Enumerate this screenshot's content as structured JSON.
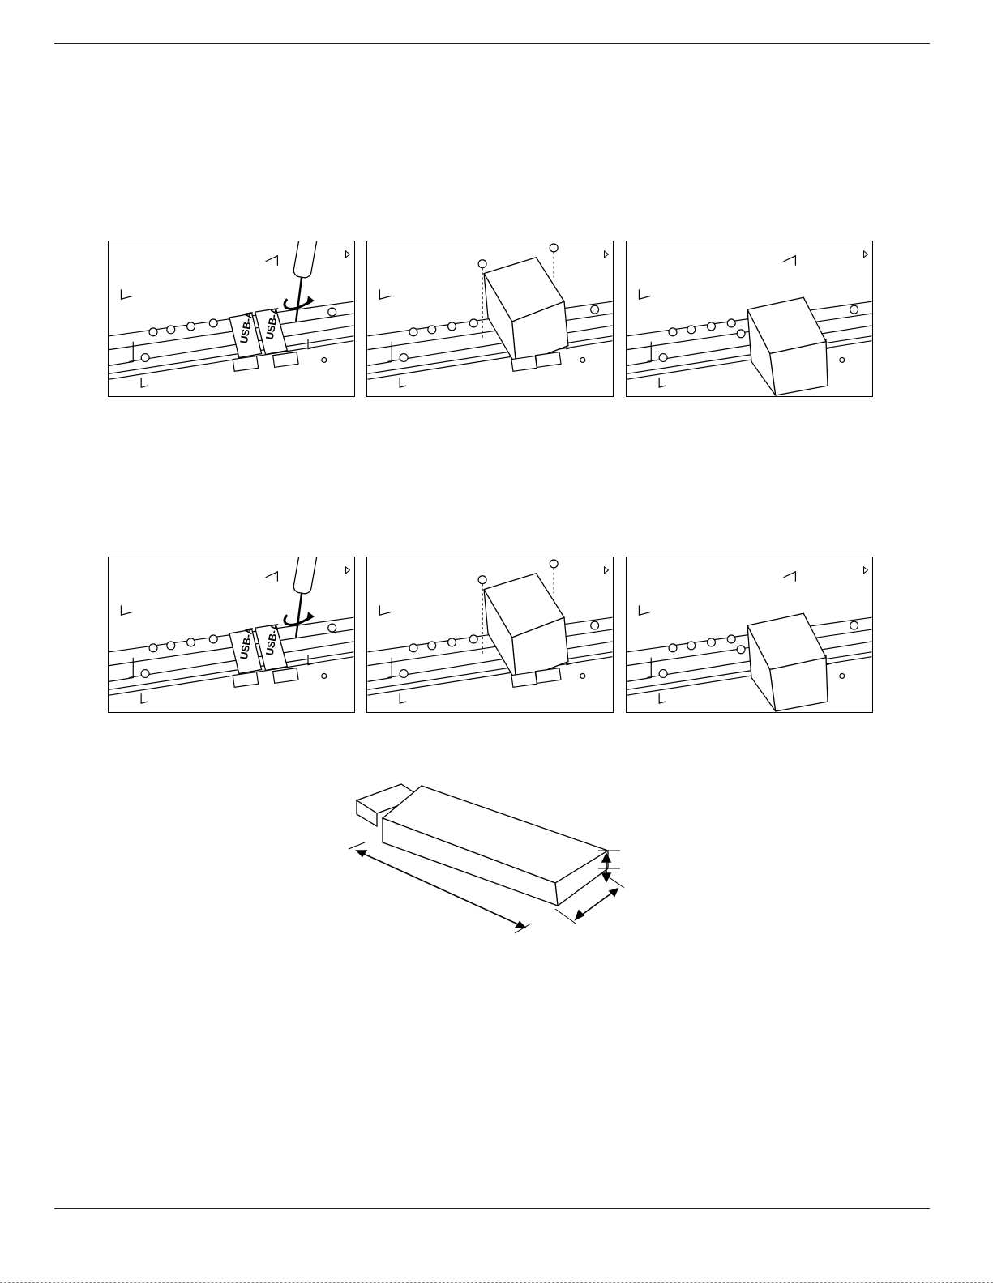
{
  "colors": {
    "line": "#231f20",
    "panel_border": "#000000"
  },
  "figures": {
    "row1": [
      {
        "name": "step-unscrew",
        "labels": [
          "USB-A",
          "USB-A"
        ]
      },
      {
        "name": "step-attach-cover",
        "labels": []
      },
      {
        "name": "step-cover-installed",
        "labels": []
      }
    ],
    "row2": [
      {
        "name": "step-unscrew",
        "labels": [
          "USB-A",
          "USB-A"
        ]
      },
      {
        "name": "step-attach-cover",
        "labels": []
      },
      {
        "name": "step-cover-installed",
        "labels": []
      }
    ]
  },
  "usb_label": "USB-A",
  "icons": [
    "screwdriver-icon",
    "rotate-arrow-icon",
    "screw-icon",
    "dimension-arrow-icon"
  ]
}
